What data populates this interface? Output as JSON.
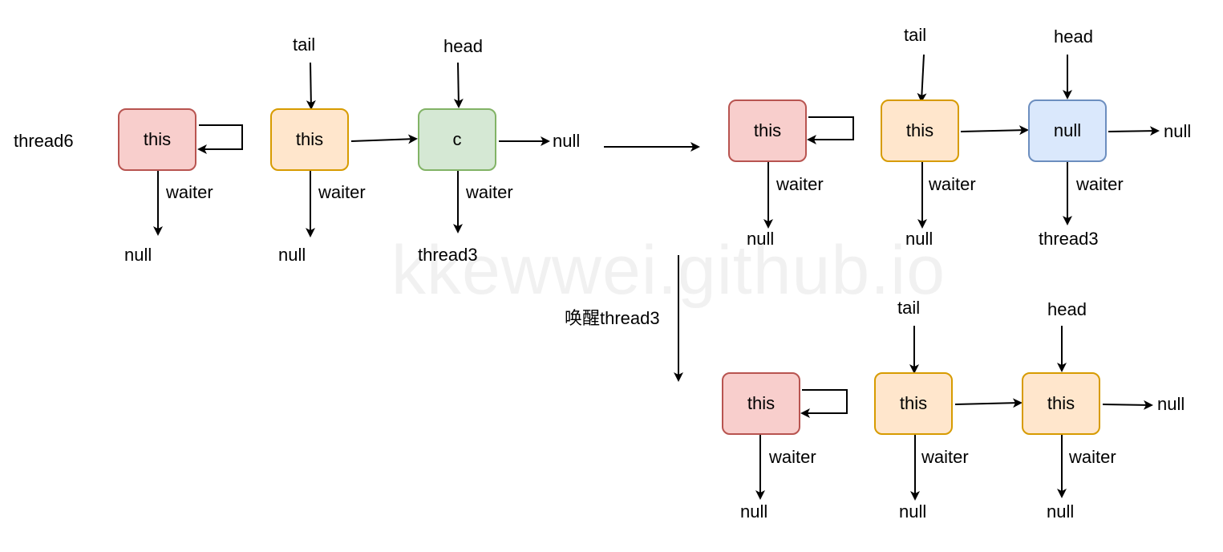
{
  "watermark": "kkewwei.github.io",
  "transition_label": "唤醒thread3",
  "panel_before": {
    "side_label": "thread6",
    "top_labels": {
      "tail": "tail",
      "head": "head"
    },
    "nodes": [
      {
        "text": "this",
        "waiter_label": "waiter",
        "waiter_target": "null"
      },
      {
        "text": "this",
        "waiter_label": "waiter",
        "waiter_target": "null"
      },
      {
        "text": "c",
        "waiter_label": "waiter",
        "waiter_target": "thread3"
      }
    ],
    "next_end": "null"
  },
  "panel_after": {
    "top_labels": {
      "tail": "tail",
      "head": "head"
    },
    "nodes": [
      {
        "text": "this",
        "waiter_label": "waiter",
        "waiter_target": "null"
      },
      {
        "text": "this",
        "waiter_label": "waiter",
        "waiter_target": "null"
      },
      {
        "text": "null",
        "waiter_label": "waiter",
        "waiter_target": "thread3"
      }
    ],
    "next_end": "null"
  },
  "panel_wake": {
    "top_labels": {
      "tail": "tail",
      "head": "head"
    },
    "nodes": [
      {
        "text": "this",
        "waiter_label": "waiter",
        "waiter_target": "null"
      },
      {
        "text": "this",
        "waiter_label": "waiter",
        "waiter_target": "null"
      },
      {
        "text": "this",
        "waiter_label": "waiter",
        "waiter_target": "null"
      }
    ],
    "next_end": "null"
  },
  "colors": {
    "red_fill": "#f8cecc",
    "red_stroke": "#b85450",
    "orange_fill": "#ffe6cc",
    "orange_stroke": "#d79b00",
    "green_fill": "#d5e8d4",
    "green_stroke": "#82b366",
    "blue_fill": "#dae8fc",
    "blue_stroke": "#6c8ebf"
  }
}
